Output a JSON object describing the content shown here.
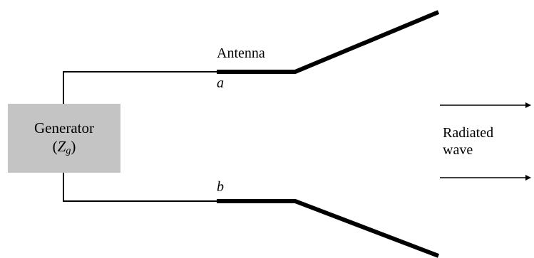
{
  "generator": {
    "label": "Generator",
    "impedance_symbol": "Z",
    "impedance_subscript": "g"
  },
  "antenna": {
    "label": "Antenna",
    "terminal_a": "a",
    "terminal_b": "b"
  },
  "radiated_wave": {
    "line1": "Radiated",
    "line2": "wave"
  },
  "colors": {
    "generator_fill": "#c4c4c4",
    "line": "#000000"
  }
}
